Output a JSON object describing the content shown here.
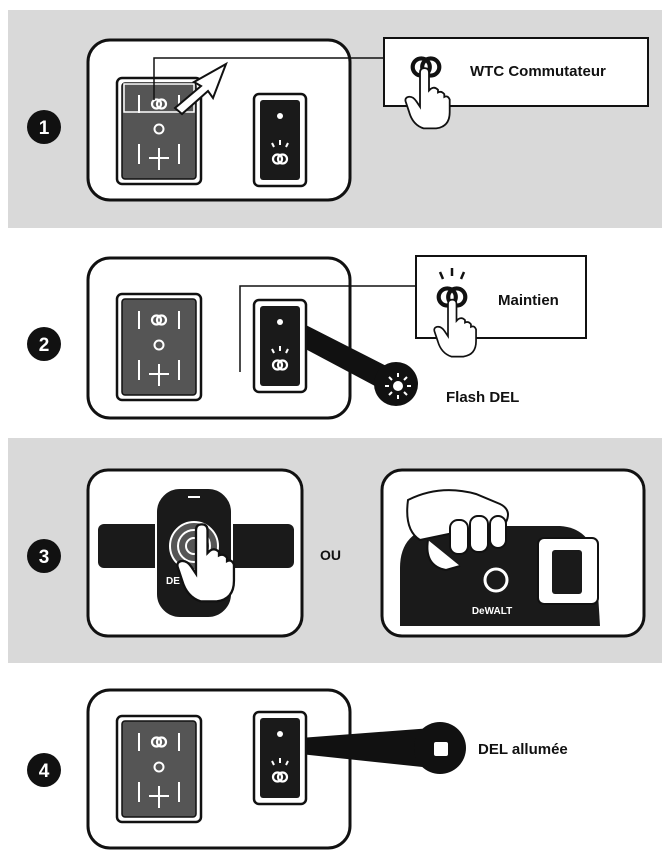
{
  "steps": [
    {
      "number": "1",
      "label": "WTC Commutateur"
    },
    {
      "number": "2",
      "label": "Maintien",
      "callout": "Flash DEL"
    },
    {
      "number": "3",
      "separator": "OU",
      "brand": "DeWALT"
    },
    {
      "number": "4",
      "label": "DEL allumée"
    }
  ],
  "colors": {
    "band_grey": "#d9d9d9",
    "panel_fill": "#ffffff",
    "switch_fill": "#555555",
    "stroke": "#111111"
  },
  "icons": [
    "link-icon",
    "hand-pointer-icon",
    "arrow-icon",
    "led-flash-icon",
    "remote-icon",
    "chainsaw-handle-icon"
  ]
}
